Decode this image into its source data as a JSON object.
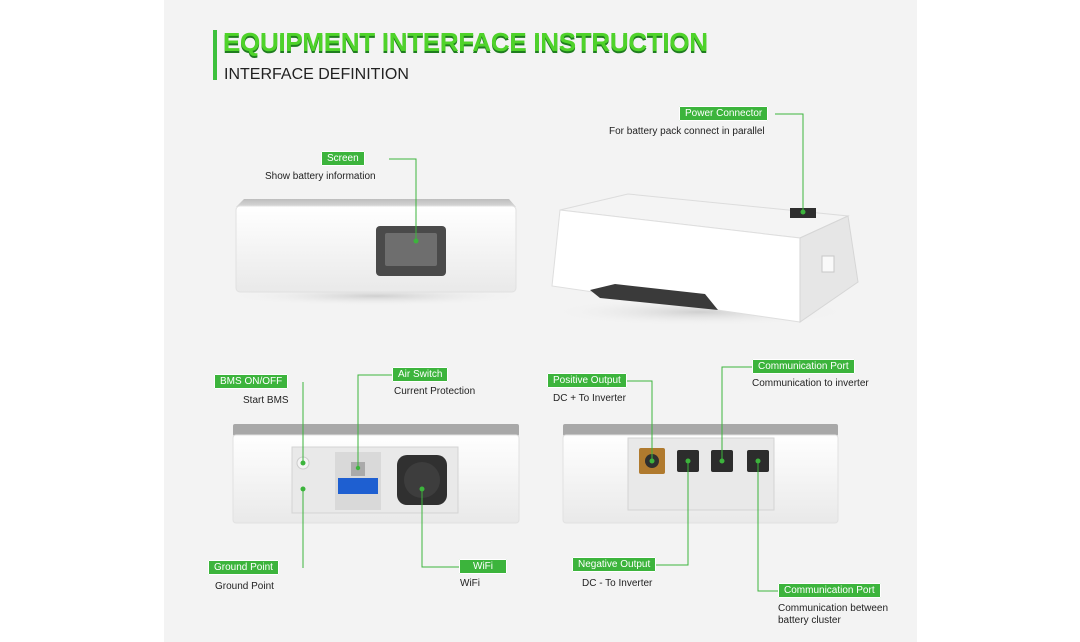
{
  "header": {
    "title": "EQUIPMENT INTERFACE INSTRUCTION",
    "subtitle": "INTERFACE DEFINITION"
  },
  "colors": {
    "accent": "#3cb43c",
    "title_green": "#4fd32a",
    "panel_bg": "#f3f3f3"
  },
  "callouts": {
    "screen": {
      "label": "Screen",
      "description": "Show battery information"
    },
    "power_connector": {
      "label": "Power Connector",
      "description": "For battery pack connect in parallel"
    },
    "bms_onoff": {
      "label": "BMS ON/OFF",
      "description": "Start BMS"
    },
    "air_switch": {
      "label": "Air Switch",
      "description": "Current Protection"
    },
    "ground_point": {
      "label": "Ground Point",
      "description": "Ground Point"
    },
    "wifi": {
      "label": "WiFi",
      "description": "WiFi"
    },
    "positive_output": {
      "label": "Positive  Output",
      "description": "DC + To Inverter"
    },
    "communication_port_top": {
      "label": "Communication Port",
      "description": "Communication to inverter"
    },
    "negative_output": {
      "label": "Negative Output",
      "description": "DC - To Inverter"
    },
    "communication_port_bottom": {
      "label": "Communication Port",
      "description_line1": "Communication between",
      "description_line2": "battery cluster"
    }
  }
}
